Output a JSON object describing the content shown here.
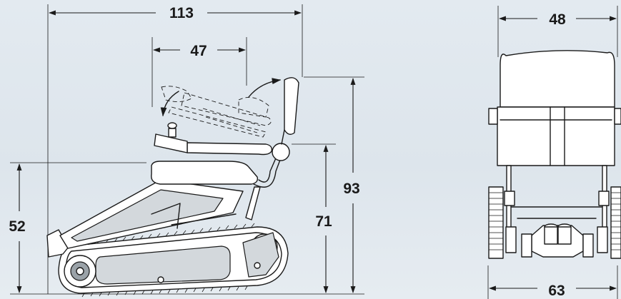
{
  "dimensions": {
    "overall_length": "113",
    "armrest_depth": "47",
    "seat_height": "52",
    "armrest_height": "71",
    "overall_height": "93",
    "seat_width": "48",
    "overall_width": "63"
  },
  "colors": {
    "background": "#e0e7ee",
    "ink": "#1a1a1a",
    "body_fill": "#ffffff"
  }
}
